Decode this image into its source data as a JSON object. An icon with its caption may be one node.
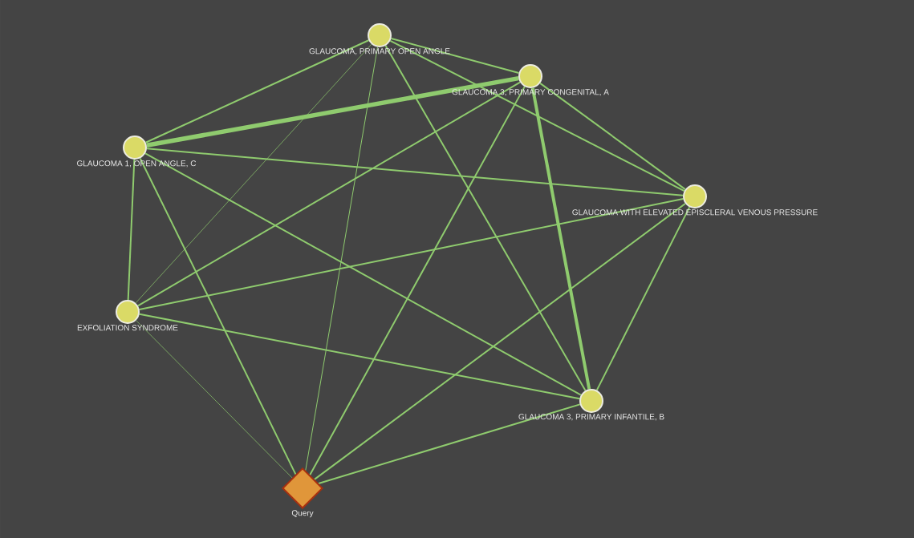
{
  "diagram": {
    "nodes": [
      {
        "text": [
          "GLAUCOMA, PRIMARY OPEN ANGLE"
        ]
      },
      {
        "text": [
          "GLAUCOMA 3, PRIMARY CONGENITAL, A"
        ]
      },
      {
        "text": [
          "GLAUCOMA 1, OPEN ANGLE, C"
        ]
      },
      {
        "text": [
          "GLAUCOMA WITH ELEVATED EPISCLERAL VENOUS PRESSURE"
        ]
      },
      {
        "text": [
          "EXFOLIATION SYNDROME"
        ]
      },
      {
        "text": [
          "GLAUCOMA 3, PRIMARY INFANTILE, B"
        ]
      },
      {
        "text": [
          "Query"
        ]
      }
    ],
    "edges": [
      {
        "from": 0,
        "to": 1,
        "arrow": "none"
      },
      {
        "from": 0,
        "to": 2,
        "arrow": "none"
      },
      {
        "from": 0,
        "to": 3,
        "arrow": "none"
      },
      {
        "from": 0,
        "to": 4,
        "arrow": "none"
      },
      {
        "from": 0,
        "to": 5,
        "arrow": "none"
      },
      {
        "from": 0,
        "to": 6,
        "arrow": "none"
      },
      {
        "from": 1,
        "to": 2,
        "arrow": "none",
        "style": "thick"
      },
      {
        "from": 1,
        "to": 3,
        "arrow": "none"
      },
      {
        "from": 1,
        "to": 4,
        "arrow": "none"
      },
      {
        "from": 1,
        "to": 5,
        "arrow": "none",
        "style": "thick"
      },
      {
        "from": 1,
        "to": 6,
        "arrow": "none"
      },
      {
        "from": 2,
        "to": 3,
        "arrow": "none"
      },
      {
        "from": 2,
        "to": 4,
        "arrow": "none"
      },
      {
        "from": 2,
        "to": 5,
        "arrow": "none"
      },
      {
        "from": 2,
        "to": 6,
        "arrow": "none"
      },
      {
        "from": 3,
        "to": 4,
        "arrow": "none"
      },
      {
        "from": 3,
        "to": 5,
        "arrow": "none"
      },
      {
        "from": 3,
        "to": 6,
        "arrow": "none"
      },
      {
        "from": 4,
        "to": 5,
        "arrow": "none"
      },
      {
        "from": 4,
        "to": 6,
        "arrow": "none"
      },
      {
        "from": 5,
        "to": 6,
        "arrow": "none"
      }
    ]
  }
}
